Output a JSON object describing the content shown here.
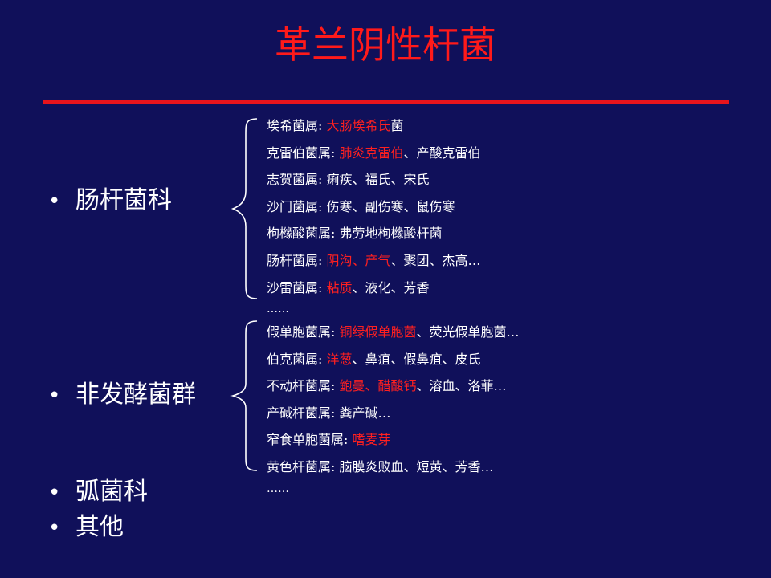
{
  "title": "革兰阴性杆菌",
  "accent_color": "#ff1a1a",
  "background_color": "#10105a",
  "bullets": [
    {
      "text": "肠杆菌科"
    },
    {
      "text": "非发酵菌群"
    },
    {
      "text": "弧菌科"
    },
    {
      "text": "其他"
    }
  ],
  "bullet_symbol": "•",
  "group1": {
    "items": [
      {
        "genus": "埃希菌属:",
        "red": "大肠埃希氏",
        "rest": "菌"
      },
      {
        "genus": "克雷伯菌属:",
        "red": "肺炎克雷伯",
        "rest": "、产酸克雷伯"
      },
      {
        "genus": "志贺菌属:",
        "red": "",
        "rest": "痢疾、福氏、宋氏"
      },
      {
        "genus": "沙门菌属:",
        "red": "",
        "rest": "伤寒、副伤寒、鼠伤寒"
      },
      {
        "genus": "枸橼酸菌属:",
        "red": "",
        "rest": "弗劳地枸橼酸杆菌"
      },
      {
        "genus": "肠杆菌属:",
        "red": "阴沟、产气",
        "rest": "、聚团、杰高…"
      },
      {
        "genus": "沙雷菌属:",
        "red": "粘质",
        "rest": "、液化、芳香"
      }
    ],
    "ellipsis": "……"
  },
  "group2": {
    "items": [
      {
        "genus": "假单胞菌属:",
        "red": "铜绿假单胞菌",
        "rest": "、荧光假单胞菌…"
      },
      {
        "genus": "伯克菌属:",
        "red": "洋葱",
        "rest": "、鼻疽、假鼻疽、皮氏"
      },
      {
        "genus": "不动杆菌属:",
        "red": "鲍曼、醋酸钙",
        "rest": "、溶血、洛菲…"
      },
      {
        "genus": "产碱杆菌属:",
        "red": "",
        "rest": "粪产碱…"
      },
      {
        "genus": "窄食单胞菌属:",
        "red": "嗜麦芽",
        "rest": ""
      },
      {
        "genus": "黄色杆菌属:",
        "red": "",
        "rest": "脑膜炎败血、短黄、芳香…"
      }
    ],
    "ellipsis": "……"
  }
}
